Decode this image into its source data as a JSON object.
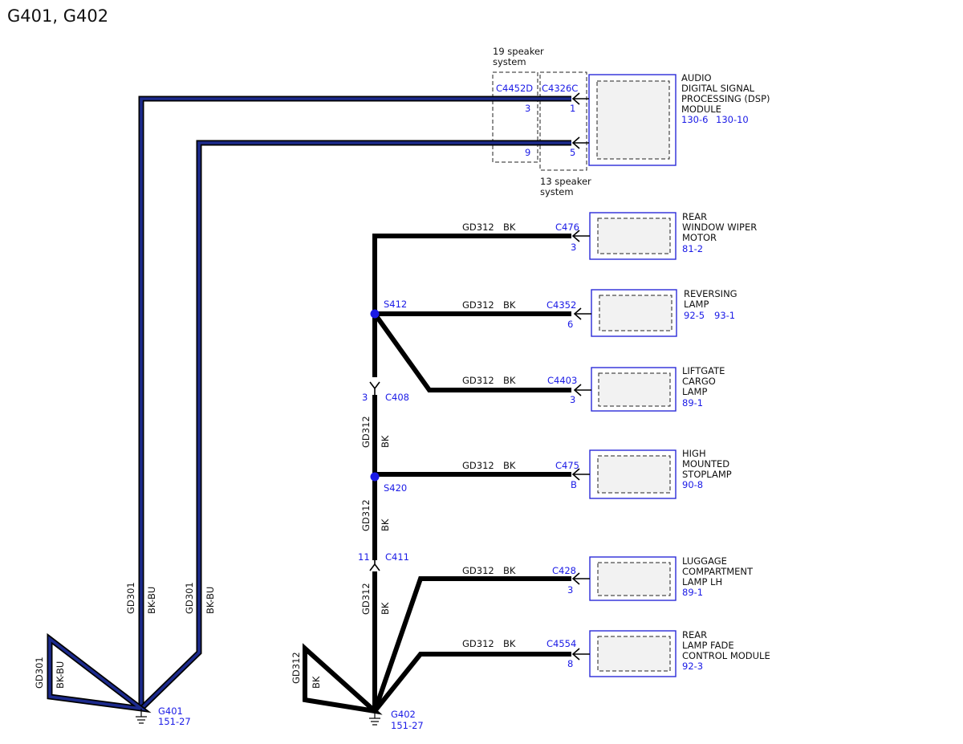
{
  "title": "G401, G402",
  "dsp": {
    "label": [
      "AUDIO",
      "DIGITAL SIGNAL",
      "PROCESSING (DSP)",
      "MODULE"
    ],
    "ref1": "130-6",
    "ref2": "130-10",
    "conn_19": "C4452D",
    "conn_13": "C4326C",
    "pin_19_a": "3",
    "pin_19_b": "9",
    "pin_13_a": "1",
    "pin_13_b": "5",
    "note_19": [
      "19 speaker",
      "system"
    ],
    "note_13": [
      "13 speaker",
      "system"
    ]
  },
  "wires": {
    "circuit": "GD312",
    "color": "BK",
    "bu_circuit": "GD301",
    "bu_color": "BK-BU"
  },
  "components": [
    {
      "label": [
        "REAR",
        "WINDOW WIPER",
        "MOTOR"
      ],
      "ref": "81-2",
      "ref2": "",
      "connector": "C476",
      "pin": "3"
    },
    {
      "label": [
        "REVERSING",
        "LAMP"
      ],
      "ref": "92-5",
      "ref2": "93-1",
      "connector": "C4352",
      "pin": "6"
    },
    {
      "label": [
        "LIFTGATE",
        "CARGO",
        "LAMP"
      ],
      "ref": "89-1",
      "ref2": "",
      "connector": "C4403",
      "pin": "3"
    },
    {
      "label": [
        "HIGH",
        "MOUNTED",
        "STOPLAMP"
      ],
      "ref": "90-8",
      "ref2": "",
      "connector": "C475",
      "pin": "B"
    },
    {
      "label": [
        "LUGGAGE",
        "COMPARTMENT",
        "LAMP LH"
      ],
      "ref": "89-1",
      "ref2": "",
      "connector": "C428",
      "pin": "3"
    },
    {
      "label": [
        "REAR",
        "LAMP FADE",
        "CONTROL MODULE"
      ],
      "ref": "92-3",
      "ref2": "",
      "connector": "C4554",
      "pin": "8"
    }
  ],
  "splices": {
    "s412": "S412",
    "s420": "S420"
  },
  "inline": {
    "c408": "C408",
    "c408_pin": "3",
    "c411": "C411",
    "c411_pin": "11"
  },
  "grounds": {
    "g401": "G401",
    "g401_ref": "151-27",
    "g402": "G402",
    "g402_ref": "151-27"
  }
}
